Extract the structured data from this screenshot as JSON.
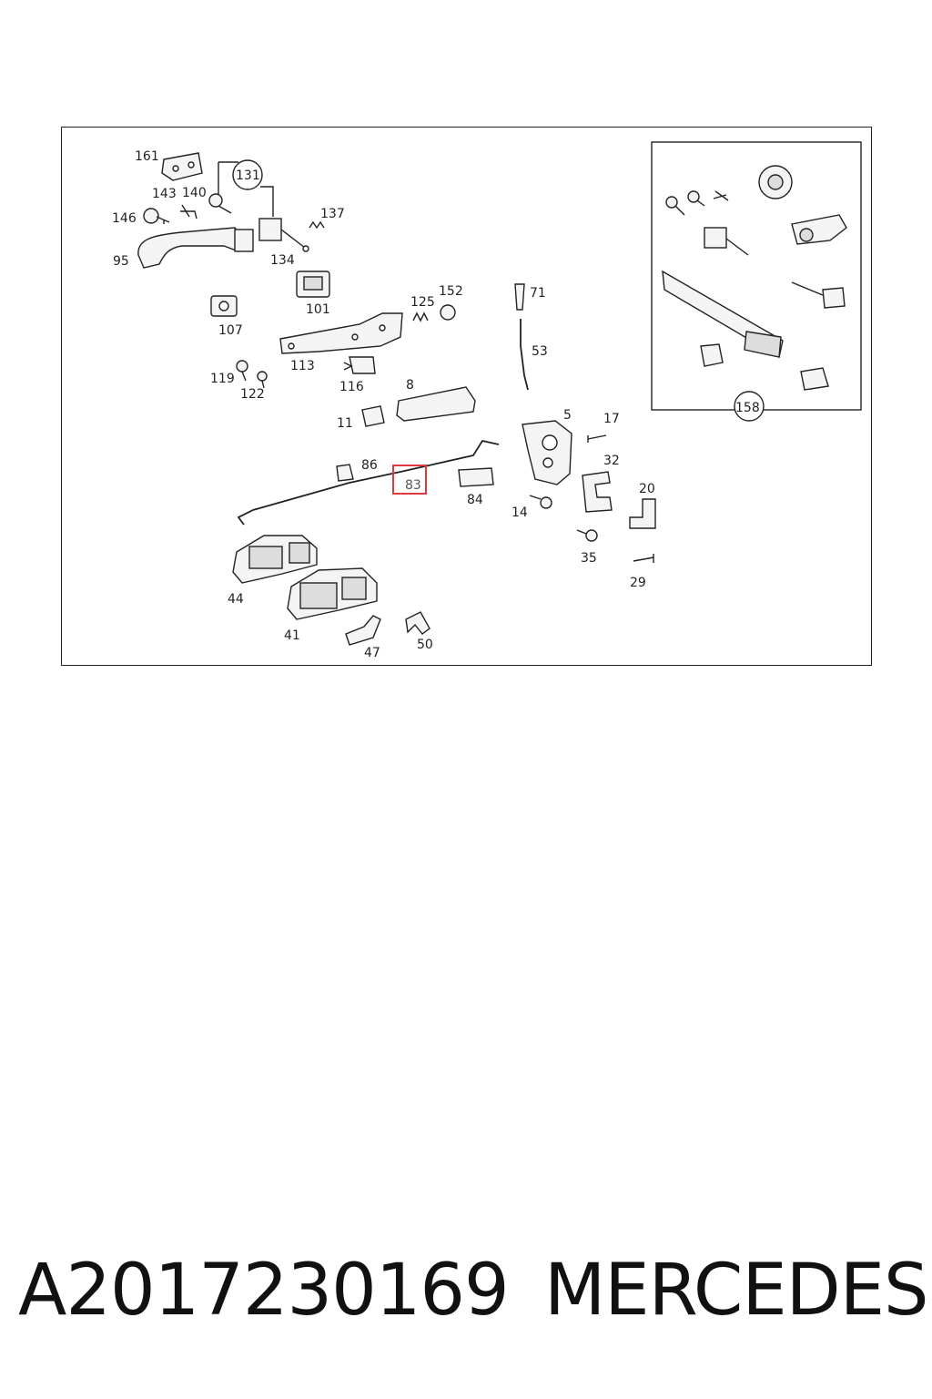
{
  "diagram": {
    "callouts": [
      "161",
      "143",
      "140",
      "131",
      "146",
      "95",
      "137",
      "134",
      "101",
      "107",
      "125",
      "152",
      "71",
      "53",
      "113",
      "119",
      "122",
      "116",
      "8",
      "11",
      "5",
      "17",
      "32",
      "86",
      "83",
      "84",
      "14",
      "20",
      "35",
      "29",
      "44",
      "41",
      "47",
      "50",
      "158"
    ],
    "highlighted_callout": "83",
    "highlight_color": "#e0393e"
  },
  "footer": {
    "part_number": "A2017230169",
    "brand": "MERCEDES"
  }
}
